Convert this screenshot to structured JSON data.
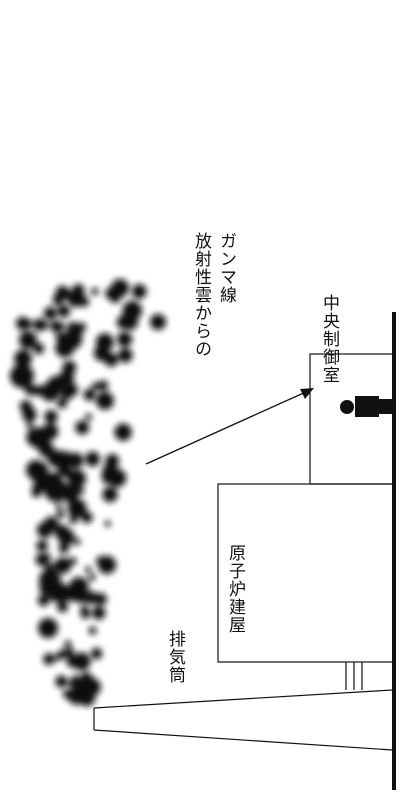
{
  "labels": {
    "gamma_line_1": "放射性雲からの",
    "gamma_line_2": "ガンマ線",
    "control_room": "中央制御室",
    "reactor_building": "原子炉建屋",
    "stack": "排気筒"
  },
  "colors": {
    "ink": "#111111",
    "background": "#ffffff"
  },
  "icons": {
    "operator": "person-icon"
  }
}
